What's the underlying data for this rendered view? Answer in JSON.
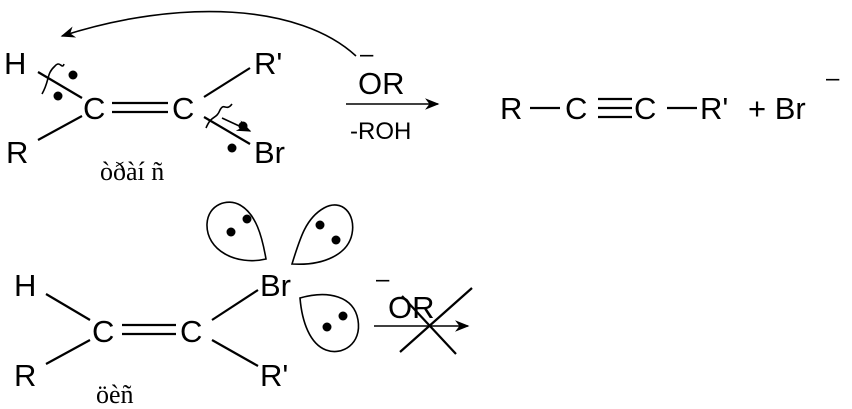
{
  "top": {
    "atoms": {
      "h": "H",
      "r": "R",
      "c1": "C",
      "c2": "C",
      "r_prime": "R'",
      "br": "Br"
    },
    "caption": "òðàí ñ",
    "reagent": "OR",
    "reagent_charge": "–",
    "byproduct": "-ROH",
    "product": {
      "r": "R",
      "c1": "C",
      "c2": "C",
      "r_prime": "R'",
      "plus_br": "+ Br",
      "charge": "–"
    }
  },
  "bottom": {
    "atoms": {
      "h": "H",
      "r": "R",
      "c1": "C",
      "c2": "C",
      "br": "Br",
      "r_prime": "R'"
    },
    "caption": "öèñ",
    "reagent": "OR",
    "reagent_charge": "–"
  }
}
